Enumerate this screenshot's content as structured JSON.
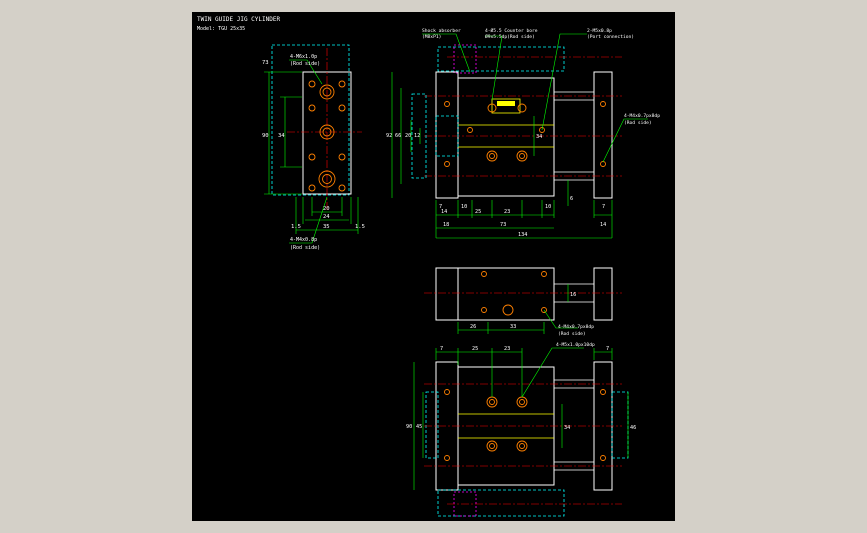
{
  "drawing": {
    "title": "TWIN GUIDE JIG CYLINDER",
    "model": "Model: TGU 25x35"
  },
  "callouts": {
    "side_top": "4-M6x1.0p",
    "side_top_sub": "(Rod side)",
    "side_bottom": "4-M4x0.8p",
    "side_bottom_sub": "(Rod side)",
    "shock": "Shock absorber",
    "shock_sub": "(M8xP1)",
    "counter_bore": "4-Ø5.5 Counter bore",
    "counter_bore_sub": "Ø9x5.5dp(Rod side)",
    "sensor_slot": "2-M5x0.8p",
    "sensor_slot_sub": "(Port connection)",
    "right_tap": "4-M4x0.7px8dp",
    "right_tap_sub": "(Rod side)",
    "mid_tap": "4-M4x0.7px8dp",
    "mid_tap_sub": "(Rod side)",
    "bottom_tap": "4-M5x1.0px10dp"
  },
  "dims": {
    "side": {
      "h_total": "73",
      "h_90": "90",
      "h_34": "34",
      "w_20": "20",
      "w_24": "24",
      "w_35": "35",
      "w_1_5a": "1.5",
      "w_1_5b": "1.5"
    },
    "top": {
      "d7a": "7",
      "d14a": "14",
      "d10a": "10",
      "d25": "25",
      "d23": "23",
      "d10b": "10",
      "d7b": "7",
      "d14b": "14",
      "d18": "18",
      "d73": "73",
      "d134": "134",
      "v92": "92",
      "v66": "66",
      "v20": "20",
      "v12": "12",
      "v34": "34",
      "v6": "6"
    },
    "middle": {
      "d26": "26",
      "d33": "33",
      "v16": "16"
    },
    "bottom": {
      "d7a": "7",
      "d25": "25",
      "d23": "23",
      "d7b": "7",
      "v90": "90",
      "v45": "45",
      "v34": "34",
      "v46": "46"
    }
  },
  "colors": {
    "background": "#000000",
    "window": "#d4d0c8",
    "outline": "#ffffff",
    "dimension": "#00ff00",
    "hidden": "#00ffff",
    "center": "#ff0000",
    "hole": "#ff8000",
    "text": "#ffffff",
    "accent": "#ffff00",
    "port": "#ff00ff"
  }
}
